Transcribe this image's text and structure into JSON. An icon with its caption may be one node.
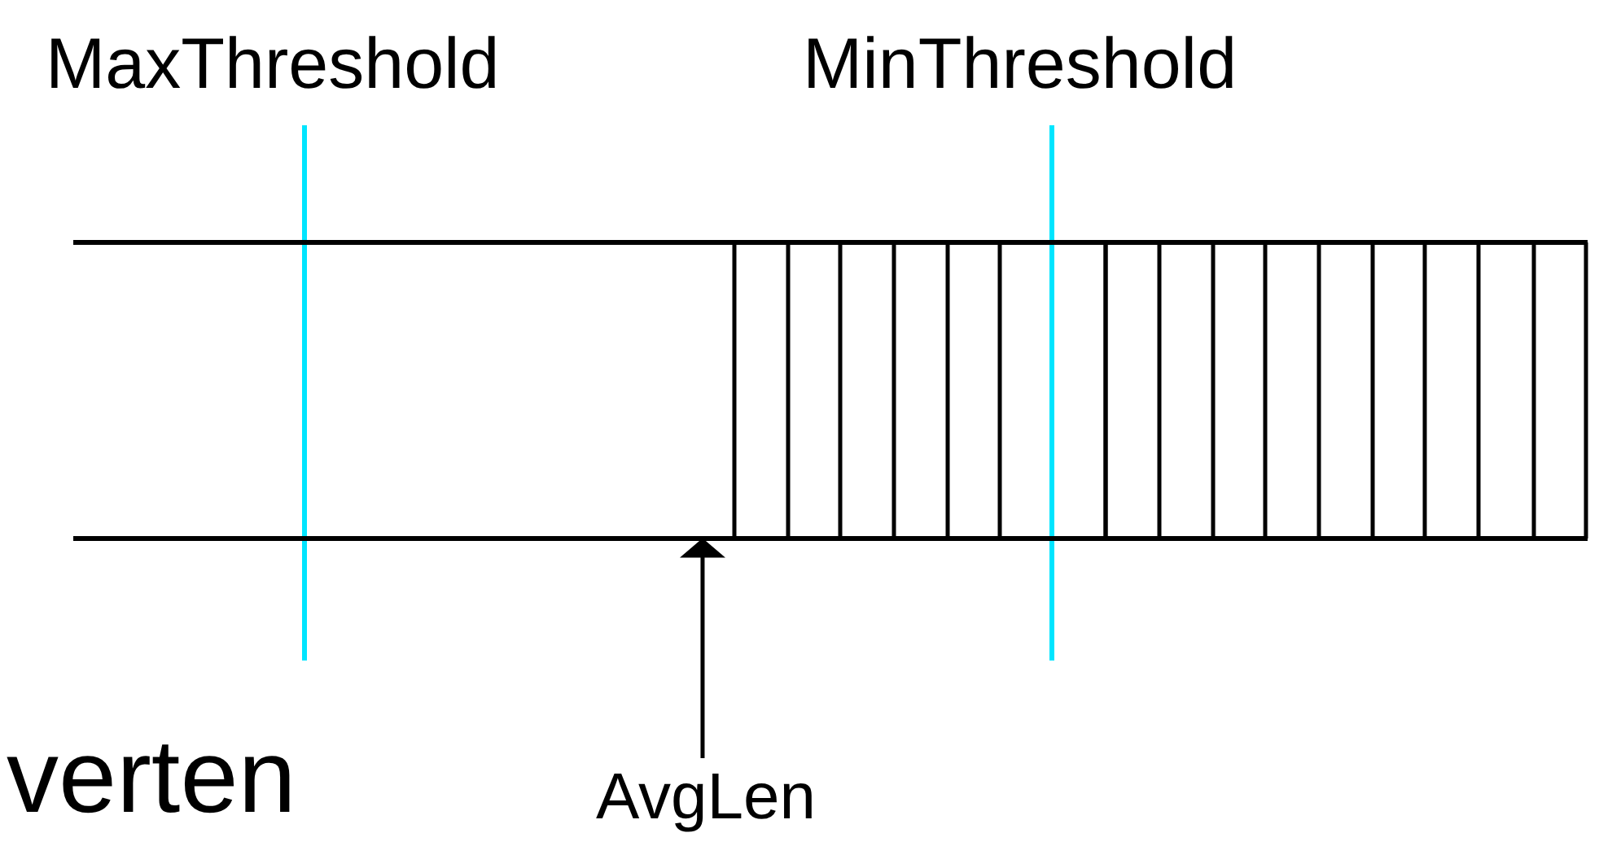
{
  "diagram": {
    "nodes": [
      {
        "text": [
          "AvgLen"
        ]
      },
      {
        "text": [],
        "shape": "bar"
      }
    ],
    "edges": [
      {
        "from": 0,
        "to": 1,
        "arrow": "to"
      }
    ],
    "labels": [
      "MaxThreshold",
      "MinThreshold",
      "verten"
    ]
  }
}
